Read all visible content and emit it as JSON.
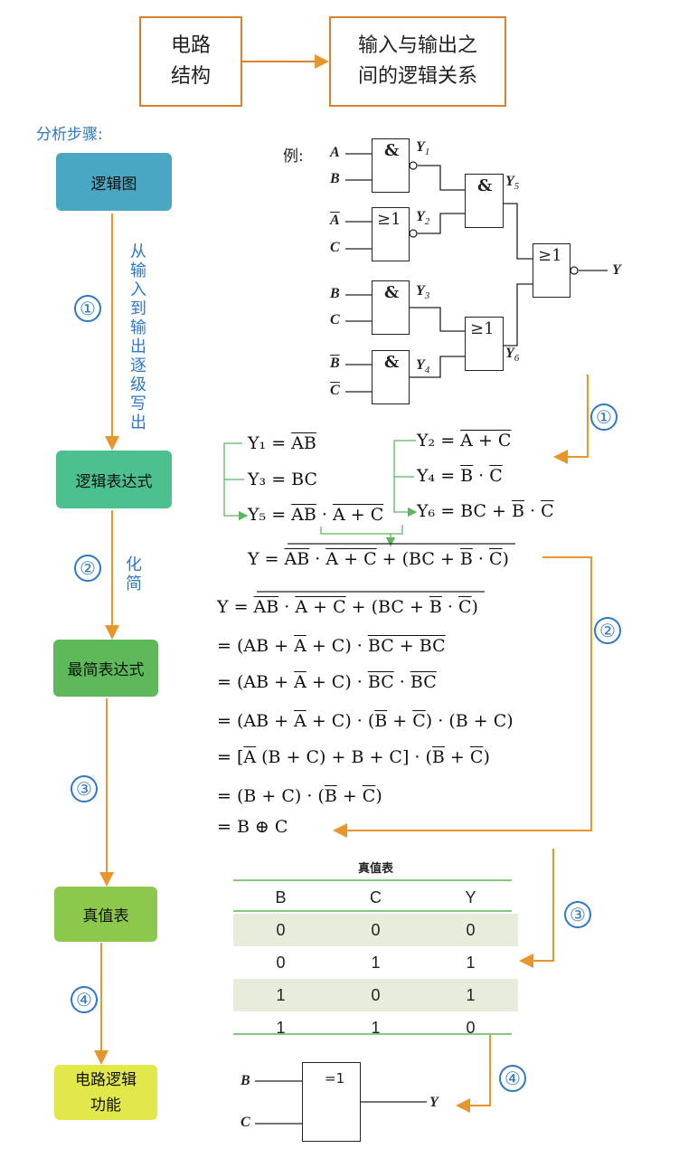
{
  "top": {
    "box1_line1": "电路",
    "box1_line2": "结构",
    "box2_line1": "输入与输出之",
    "box2_line2": "间的逻辑关系"
  },
  "analysis_label": "分析步骤:",
  "steps": [
    {
      "label": "逻辑图",
      "color": "#4aa7c4"
    },
    {
      "label": "逻辑表达式",
      "color": "#4cc08f"
    },
    {
      "label": "最简表达式",
      "color": "#5eb95a"
    },
    {
      "label": "真值表",
      "color": "#8cc84b"
    },
    {
      "label_line1": "电路逻辑",
      "label_line2": "功能",
      "color": "#e2e84a"
    }
  ],
  "circles": [
    "①",
    "②",
    "③",
    "④"
  ],
  "vertical_note_1": "从输入到输出逐级写出",
  "vertical_note_2": "化简",
  "example_label": "例:",
  "gates": {
    "and": "&",
    "or": "≥1",
    "xor": "=1"
  },
  "inputs": {
    "a": "A",
    "b": "B",
    "c": "C",
    "y": "Y"
  },
  "outputs": {
    "y1": "Y",
    "y1_sub": "1",
    "y2": "Y",
    "y2_sub": "2",
    "y3": "Y",
    "y3_sub": "3",
    "y4": "Y",
    "y4_sub": "4",
    "y5": "Y",
    "y5_sub": "5",
    "y6": "Y",
    "y6_sub": "6"
  },
  "expressions": {
    "y1": "Y₁ = ",
    "y1_bar": "AB",
    "y3": "Y₃ = BC",
    "y5": "Y₅ = ",
    "y5_bar1": "AB",
    "y5_dot": " · ",
    "y2": "Y₂ = ",
    "y2_a": "A",
    "y2_rest": " + C",
    "y4": "Y₄ = ",
    "y4_b": "B",
    "y4_dot": " · ",
    "y4_c": "C",
    "y6": "Y₆ = BC + ",
    "y6_b": "B",
    "y6_dot": " · ",
    "y6_c": "C",
    "y_final": "Y = "
  },
  "simplify": {
    "l1_prefix": "Y = ",
    "l2": "=  (AB + A + C)  · BC + BC",
    "l3": "=  (AB + A + C)  · BC · BC",
    "l4": "=  (AB + A + C)  ·  (B + C)  ·  (B + C)",
    "l5": "= [A  (B + C)  + B + C] ·  (B + C)",
    "l6": "=  (B + C)  ·  (B + C)",
    "l7": "= B ⊕ C"
  },
  "truth_table": {
    "title": "真值表",
    "headers": [
      "B",
      "C",
      "Y"
    ],
    "rows": [
      [
        "0",
        "0",
        "0"
      ],
      [
        "0",
        "1",
        "1"
      ],
      [
        "1",
        "0",
        "1"
      ],
      [
        "1",
        "1",
        "0"
      ]
    ]
  },
  "colors": {
    "orange": "#e8952c",
    "blue": "#2e78c5",
    "green_arrow": "#5cb85c",
    "row_shade": "#e6eedb"
  }
}
